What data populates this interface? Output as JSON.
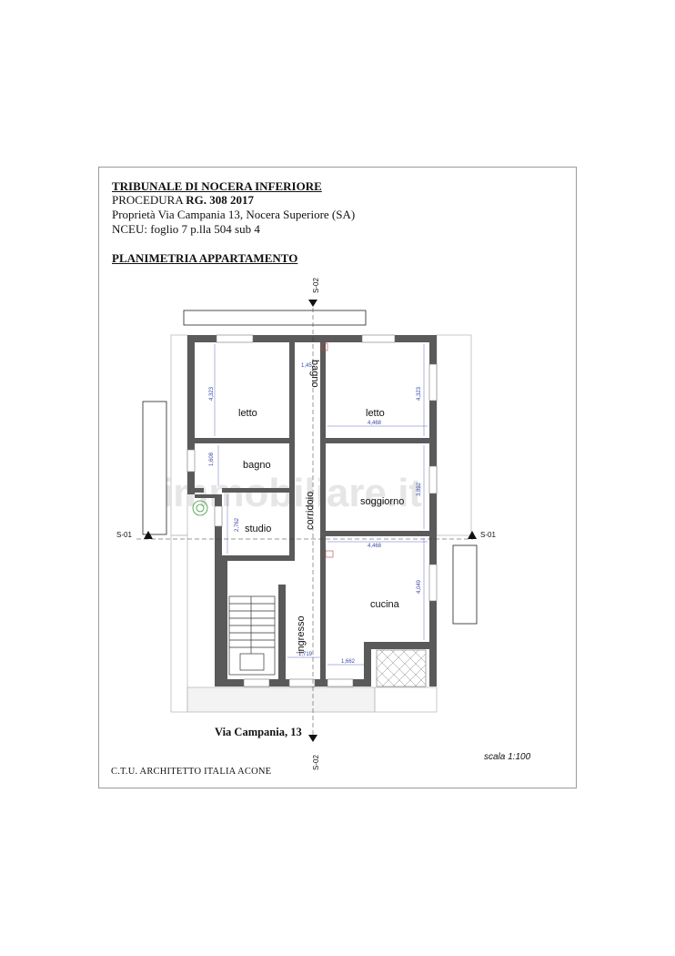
{
  "header": {
    "line1": "TRIBUNALE DI NOCERA INFERIORE",
    "line2_prefix": "PROCEDURA ",
    "line2_bold": "RG. 308 2017",
    "line3": "Proprietà Via Campania 13, Nocera Superiore (SA)",
    "line4": "NCEU: foglio 7 p.lla 504 sub 4",
    "section_title": "PLANIMETRIA APPARTAMENTO"
  },
  "rooms": {
    "letto_left": "letto",
    "letto_right": "letto",
    "bagno_small": "bagno",
    "bagno": "bagno",
    "corridoio": "corridoio",
    "soggiorno": "soggiorno",
    "studio": "studio",
    "cucina": "cucina",
    "ingresso": "ingresso"
  },
  "dimensions": {
    "d_letto_left_h": "4,323",
    "d_letto_right_h": "4,323",
    "d_letto_right_w": "4,468",
    "d_bagno_small": "1,45",
    "d_bagno": "1,608",
    "d_soggiorno_h": "3,892",
    "d_soggiorno_w": "4,468",
    "d_studio": "2,762",
    "d_cucina_h": "4,049",
    "d_ingresso": "1,719",
    "d_cucina_w": "1,662"
  },
  "sections": {
    "s01_left": "S-01",
    "s01_right": "S-01",
    "s02_top": "S-02",
    "s02_bottom": "S-02"
  },
  "watermark": "immobiliare.it",
  "street": "Via Campania, 13",
  "scale": "scala 1:100",
  "author": "C.T.U. ARCHITETTO ITALIA ACONE"
}
